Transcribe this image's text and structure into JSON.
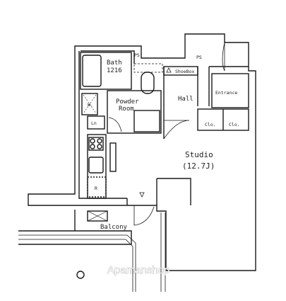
{
  "rooms": {
    "bath": "Bath",
    "bath_size": "1216",
    "ps_small": "PS",
    "ps_top": "PS",
    "w": "W.",
    "ln": "Ln",
    "powder": "Powder",
    "powder2": "Room",
    "shoebox": "ShoeBox",
    "hall": "Hall",
    "entrance": "Entrance",
    "clo1": "Clo.",
    "clo2": "Clo.",
    "r": "R",
    "studio": "Studio",
    "studio_size": "(12.7J)",
    "balcony": "Balcony"
  },
  "watermark": "Apamanshop"
}
